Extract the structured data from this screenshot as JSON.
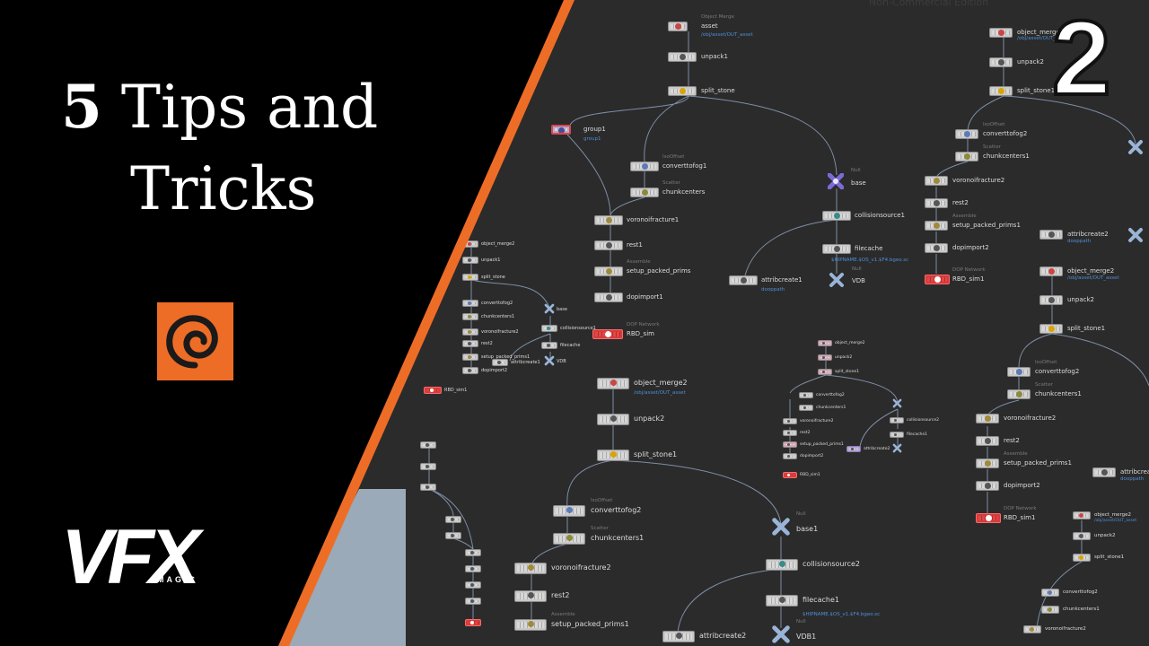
{
  "watermark": "Non-Commercial Edition",
  "title": {
    "line1_bold": "5",
    "line1_rest": " Tips and",
    "line2": "Tricks"
  },
  "brand": {
    "vfx": "VFX",
    "vfx_sub": "MAGIC"
  },
  "episode_number": "2",
  "colors": {
    "accent": "#ee6d26",
    "panel": "#000000",
    "wedge": "#9aaab8",
    "network_bg": "#2b2b2b"
  },
  "network": {
    "nodes": [
      {
        "name": "asset",
        "type": "Object Merge",
        "sub": "/obj/asset/OUT_asset"
      },
      {
        "name": "unpack1"
      },
      {
        "name": "split_stone"
      },
      {
        "name": "group1",
        "sub": "group1"
      },
      {
        "name": "converttofog1",
        "type": "IsoOffset"
      },
      {
        "name": "chunkcenters",
        "type": "Scatter"
      },
      {
        "name": "voronoifracture1"
      },
      {
        "name": "rest1"
      },
      {
        "name": "setup_packed_prims",
        "type": "Assemble"
      },
      {
        "name": "dopimport1"
      },
      {
        "name": "base",
        "type": "Null"
      },
      {
        "name": "collisionsource1"
      },
      {
        "name": "filecache",
        "sub": "$HIPNAME.$OS_v1.$F4.bgeo.sc"
      },
      {
        "name": "VDB",
        "type": "Null"
      },
      {
        "name": "attribcreate1",
        "sub": "dooppath"
      },
      {
        "name": "RBD_sim",
        "type": "DOP Network"
      },
      {
        "name": "object_merge2",
        "sub": "/obj/asset/OUT_asset"
      },
      {
        "name": "unpack2"
      },
      {
        "name": "split_stone1"
      },
      {
        "name": "converttofog2",
        "type": "IsoOffset"
      },
      {
        "name": "chunkcenters1",
        "type": "Scatter"
      },
      {
        "name": "voronoifracture2"
      },
      {
        "name": "rest2"
      },
      {
        "name": "setup_packed_prims1",
        "type": "Assemble"
      },
      {
        "name": "dopimport2"
      },
      {
        "name": "base1",
        "type": "Null"
      },
      {
        "name": "collisionsource2"
      },
      {
        "name": "filecache1",
        "sub": "$HIPNAME.$OS_v1.$F4.bgeo.sc"
      },
      {
        "name": "VDB1",
        "type": "Null"
      },
      {
        "name": "attribcreate2",
        "sub": "dooppath"
      },
      {
        "name": "RBD_sim1",
        "type": "DOP Network"
      }
    ]
  }
}
